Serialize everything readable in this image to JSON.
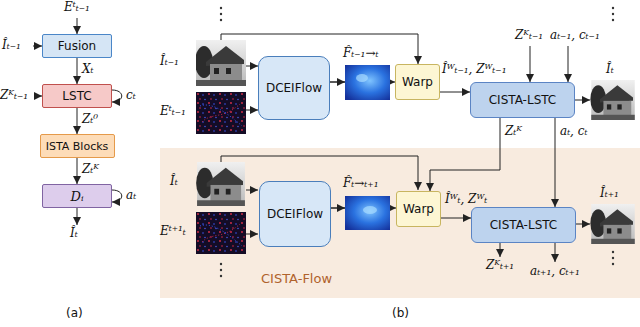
{
  "diagram": {
    "nodes": [
      {
        "text": [
          "Fusion"
        ]
      },
      {
        "text": [
          "LSTC"
        ]
      },
      {
        "text": [
          "ISTA Blocks"
        ]
      },
      {
        "text": [
          "Dᵢ"
        ]
      },
      {
        "text": [
          "DCEIFlow"
        ]
      },
      {
        "text": [
          "Warp"
        ]
      },
      {
        "text": [
          "CISTA-LSTC"
        ]
      },
      {
        "text": [
          "CISTA-Flow"
        ]
      },
      {
        "text": [
          "DCEIFlow"
        ],
        "in": 7
      },
      {
        "text": [
          "Warp"
        ],
        "in": 7
      },
      {
        "text": [
          "CISTA-LSTC"
        ],
        "in": 7
      }
    ],
    "edges": [
      {
        "from": 0,
        "to": 1,
        "arrow": "to",
        "label": "Xₜ"
      },
      {
        "from": 1,
        "to": 2,
        "arrow": "to",
        "label": "Zₜ⁰"
      },
      {
        "from": 2,
        "to": 3,
        "arrow": "to",
        "label": "Zₜᴷ"
      },
      {
        "from": 4,
        "to": 5,
        "arrow": "to"
      },
      {
        "from": 5,
        "to": 6,
        "arrow": "to",
        "label": "Îᵂₜ₋₁, Zᵂₜ₋₁"
      },
      {
        "from": 6,
        "to": 9,
        "arrow": "to",
        "label": "Zₜᴷ"
      },
      {
        "from": 6,
        "to": 10,
        "arrow": "to",
        "label": "aₜ, cₜ"
      },
      {
        "from": 8,
        "to": 9,
        "arrow": "to"
      },
      {
        "from": 9,
        "to": 10,
        "arrow": "to",
        "label": "Îᵂₜ, Zᵂₜ"
      }
    ],
    "labels": [
      "Eᵗₜ₋₁",
      "Îₜ₋₁",
      "Zᴷₜ₋₁",
      "cₜ",
      "aₜ",
      "Îₜ",
      "(a)",
      "Îₜ₋₁",
      "Eᵗₜ₋₁",
      "F̂ₜ₋₁→ₜ",
      "Zᴷₜ₋₁",
      "aₜ₋₁, cₜ₋₁",
      "Îₜ",
      "Îₜ",
      "Eᵗ⁺¹ₜ",
      "F̂ₜ→ₜ₊₁",
      "Îₜ₊₁",
      "Zᴷₜ₊₁",
      "aₜ₊₁, cₜ₊₁",
      "(b)"
    ]
  }
}
